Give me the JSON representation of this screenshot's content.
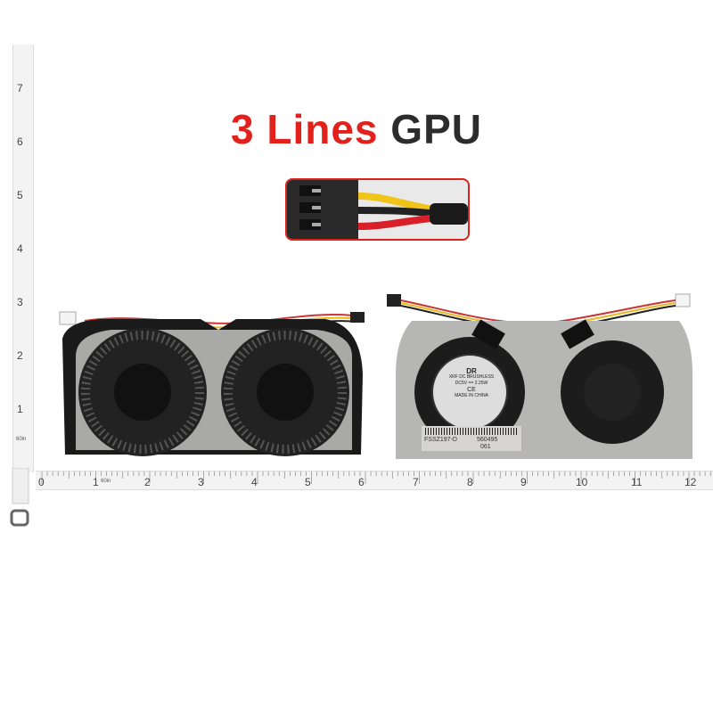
{
  "title": {
    "part1": "3 Lines",
    "part2": "GPU",
    "accent_color": "#e3211c",
    "text_color": "#2c2c2c"
  },
  "fan_label": {
    "brand_mark": "DR",
    "line1": "XRF DC BRUSHLESS",
    "line2": "DC5V == 2.25W",
    "line3": "MADE IN CHINA",
    "ce": "CE",
    "sticker_code": "FSSZ197-D",
    "sticker_num1": "560495",
    "sticker_num2": "061"
  },
  "ruler_horizontal": {
    "labels": [
      "0",
      "1",
      "2",
      "3",
      "4",
      "5",
      "6",
      "7",
      "8",
      "9",
      "10",
      "11",
      "12"
    ],
    "unit_note": "60in"
  },
  "ruler_vertical": {
    "labels": [
      "7",
      "6",
      "5",
      "4",
      "3",
      "2",
      "1"
    ],
    "unit_note": "60in"
  }
}
